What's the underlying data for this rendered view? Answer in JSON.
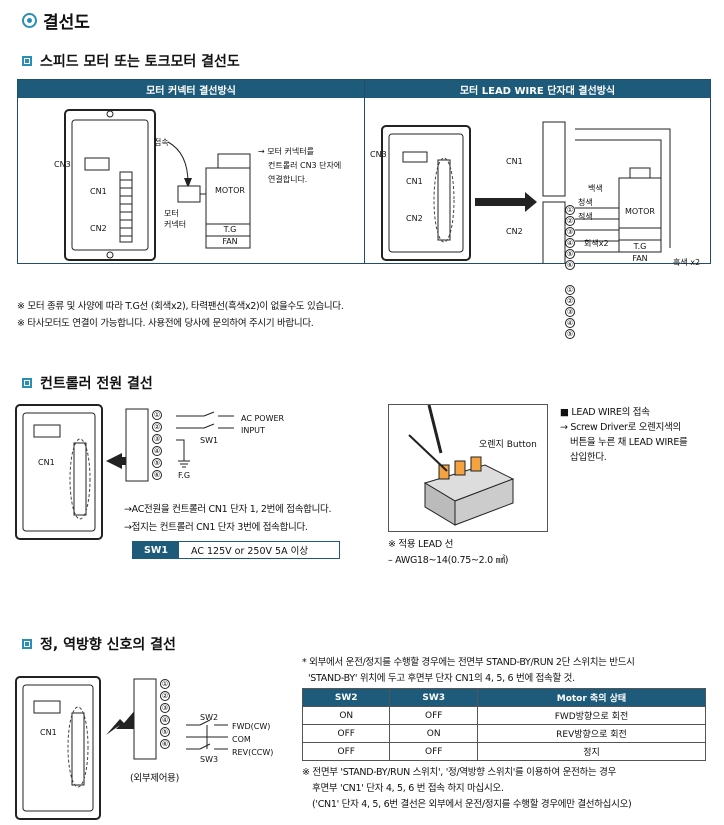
{
  "title": "결선도",
  "sections": {
    "speed_motor": {
      "heading": "스피드 모터 또는 토크모터 결선도",
      "left_header": "모터 커넥터 결선방식",
      "right_header": "모터 LEAD WIRE 단자대 결선방식",
      "left": {
        "cn3": "CN3",
        "cn1": "CN1",
        "cn2": "CN2",
        "connect": "접속",
        "motor_connector": "모터\n커넥터",
        "motor": "MOTOR",
        "tg": "T.G",
        "fan": "FAN",
        "note_line1": "→ 모터 커넥터를",
        "note_line2": "컨트롤러 CN3 단자에",
        "note_line3": "연결합니다."
      },
      "right": {
        "cn3": "CN3",
        "cn1": "CN1",
        "cn2": "CN2",
        "white": "백색",
        "blue": "청색",
        "red": "적색",
        "gray": "회색x2",
        "black": "흑색 x2",
        "motor": "MOTOR",
        "tg": "T.G",
        "fan": "FAN"
      },
      "footnote1": "※ 모터 종류 및 사양에 따라 T.G선 (회색x2), 타력팬선(흑색x2)이 없을수도 있습니다.",
      "footnote2": "※ 타사모터도 연결이 가능합니다. 사용전에 당사에 문의하여 주시기 바랍니다."
    },
    "power": {
      "heading": "컨트롤러 전원 결선",
      "cn1": "CN1",
      "ac_power": "AC POWER",
      "input": "INPUT",
      "sw1_label": "SW1",
      "fg": "F.G",
      "line1": "→AC전원을 컨트롤러 CN1 단자 1, 2번에 접속합니다.",
      "line2": "→접지는 컨트롤러 CN1 단자 3번에 접속합니다.",
      "sw1_key": "SW1",
      "sw1_value": "AC 125V or 250V  5A 이상",
      "orange_button": "오렌지 Button",
      "lead_title": "■ LEAD WIRE의 접속",
      "lead_line1": "→ Screw Driver로 오렌지색의",
      "lead_line2": "버튼을 누른 채 LEAD WIRE를",
      "lead_line3": "삽입한다.",
      "applied_lead": "※ 적용 LEAD 선",
      "awg": "– AWG18~14(0.75~2.0 ㎟)"
    },
    "direction": {
      "heading": "정, 역방향 신호의 결선",
      "cn1": "CN1",
      "sw2": "SW2",
      "sw3": "SW3",
      "fwd": "FWD(CW)",
      "com": "COM",
      "rev": "REV(CCW)",
      "external": "(외부제어용)",
      "intro1": "* 외부에서 운전/정지를 수행할 경우에는 전면부 STAND-BY/RUN 2단 스위치는 반드시",
      "intro2": "'STAND-BY' 위치에 두고 후면부 단자 CN1의 4, 5, 6 번에 접속할 것.",
      "table_headers": [
        "SW2",
        "SW3",
        "Motor 축의 상태"
      ],
      "table_rows": [
        [
          "ON",
          "OFF",
          "FWD방향으로 회전"
        ],
        [
          "OFF",
          "ON",
          "REV방향으로 회전"
        ],
        [
          "OFF",
          "OFF",
          "정지"
        ]
      ],
      "foot1": "※ 전면부 'STAND-BY/RUN 스위치', '정/역방향 스위치'를 이용하여 운전하는 경우",
      "foot2": "후면부 'CN1' 단자 4, 5, 6 번 접속 하지 마십시오.",
      "foot3": "('CN1' 단자 4, 5, 6번 결선은 외부에서 운전/정지를 수행할 경우에만 결선하십시오)"
    },
    "terminal_numbers": [
      "①",
      "②",
      "③",
      "④",
      "⑤",
      "⑥"
    ]
  },
  "colors": {
    "accent": "#2a8fb4",
    "header_bg": "#1e5b7a"
  }
}
